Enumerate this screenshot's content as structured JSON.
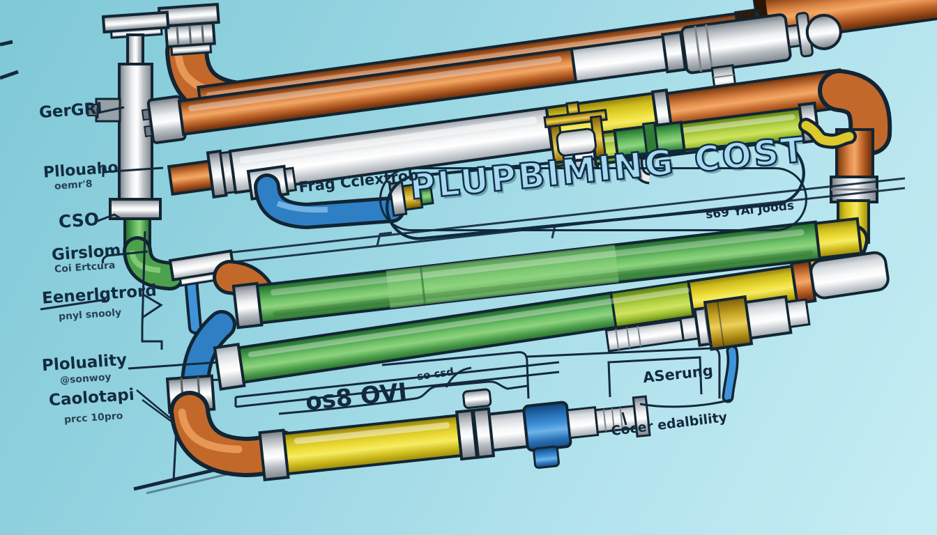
{
  "meta": {
    "type": "cartoon-plumbing-illustration"
  },
  "title": {
    "main": "PLUPBIMING",
    "secondary": "COST",
    "note": "s69 YAl Joods"
  },
  "annotations": {
    "top_center": "Frag Cclextrob",
    "bottom_measure": "os8 OVI",
    "bottom_small": "so csd",
    "right_mid": "ASerung",
    "right_bottom": "Cocer edalbility"
  },
  "labels_left": [
    {
      "label": "GerGRI",
      "sub": ""
    },
    {
      "label": "Pllouaho",
      "sub": "oemr'8"
    },
    {
      "label": "CSO",
      "sub": ""
    },
    {
      "label": "Girslom",
      "sub": "Coi Ertcura"
    },
    {
      "label": "Eenerlgtrord",
      "sub": "pnyl snooly"
    },
    {
      "label": "Ploluality",
      "sub": "@sonwoy"
    },
    {
      "label": "Caolotapi",
      "sub": "prcc 10pro"
    }
  ],
  "pipes": [
    {
      "name": "corner-copper-pipe",
      "color": "copper"
    },
    {
      "name": "top-copper-pipe",
      "color": "copper"
    },
    {
      "name": "copper-white-valve-pipe",
      "color": "copper/white/silver"
    },
    {
      "name": "white-yellow-copper-pipe",
      "color": "white/yellow/copper"
    },
    {
      "name": "lime-branch-pipe",
      "color": "lime/yellow"
    },
    {
      "name": "long-green-pipe",
      "color": "green/yellow"
    },
    {
      "name": "green-lime-yellow-pipe",
      "color": "green/lime/yellow/white"
    },
    {
      "name": "bottom-orange-yellow-blue-pipe",
      "color": "orange/yellow/blue"
    },
    {
      "name": "left-standpipe",
      "color": "silver/green"
    },
    {
      "name": "blue-branch-pipe",
      "color": "blue"
    }
  ],
  "palette": {
    "background_top": "#7fc8d7",
    "background_bottom": "#c6edf4",
    "outline": "#122533",
    "copper": "#c2682a",
    "silver": "#d9dde1",
    "white_pipe": "#f2f4f5",
    "yellow": "#e8d42f",
    "green": "#5cb85a",
    "lime": "#b3d34a",
    "blue": "#3f93d9",
    "gold": "#d4b52a",
    "title_fill": "#a9d9ee",
    "title_stroke": "#0e2f4d",
    "text": "#132b3f"
  }
}
